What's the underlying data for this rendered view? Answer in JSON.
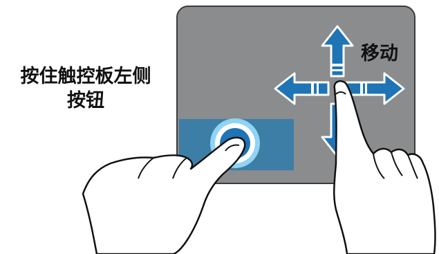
{
  "labels": {
    "left_button_line1": "按住触控板左侧",
    "left_button_line2": "按钮",
    "move": "移动"
  },
  "colors": {
    "touchpad": "#8a8c8e",
    "touchpad_border": "#3b3b3b",
    "left_button_zone": "#3d7ea6",
    "arrow": "#1f74b6",
    "arrow_outline": "#ffffff",
    "press_ring": "#8fd3f5",
    "text": "#111111"
  },
  "icons": {
    "move_arrows": "four-direction-arrows-icon",
    "press_indicator": "press-ring-icon",
    "left_hand": "pointing-hand-icon",
    "right_hand": "pointing-hand-icon"
  }
}
